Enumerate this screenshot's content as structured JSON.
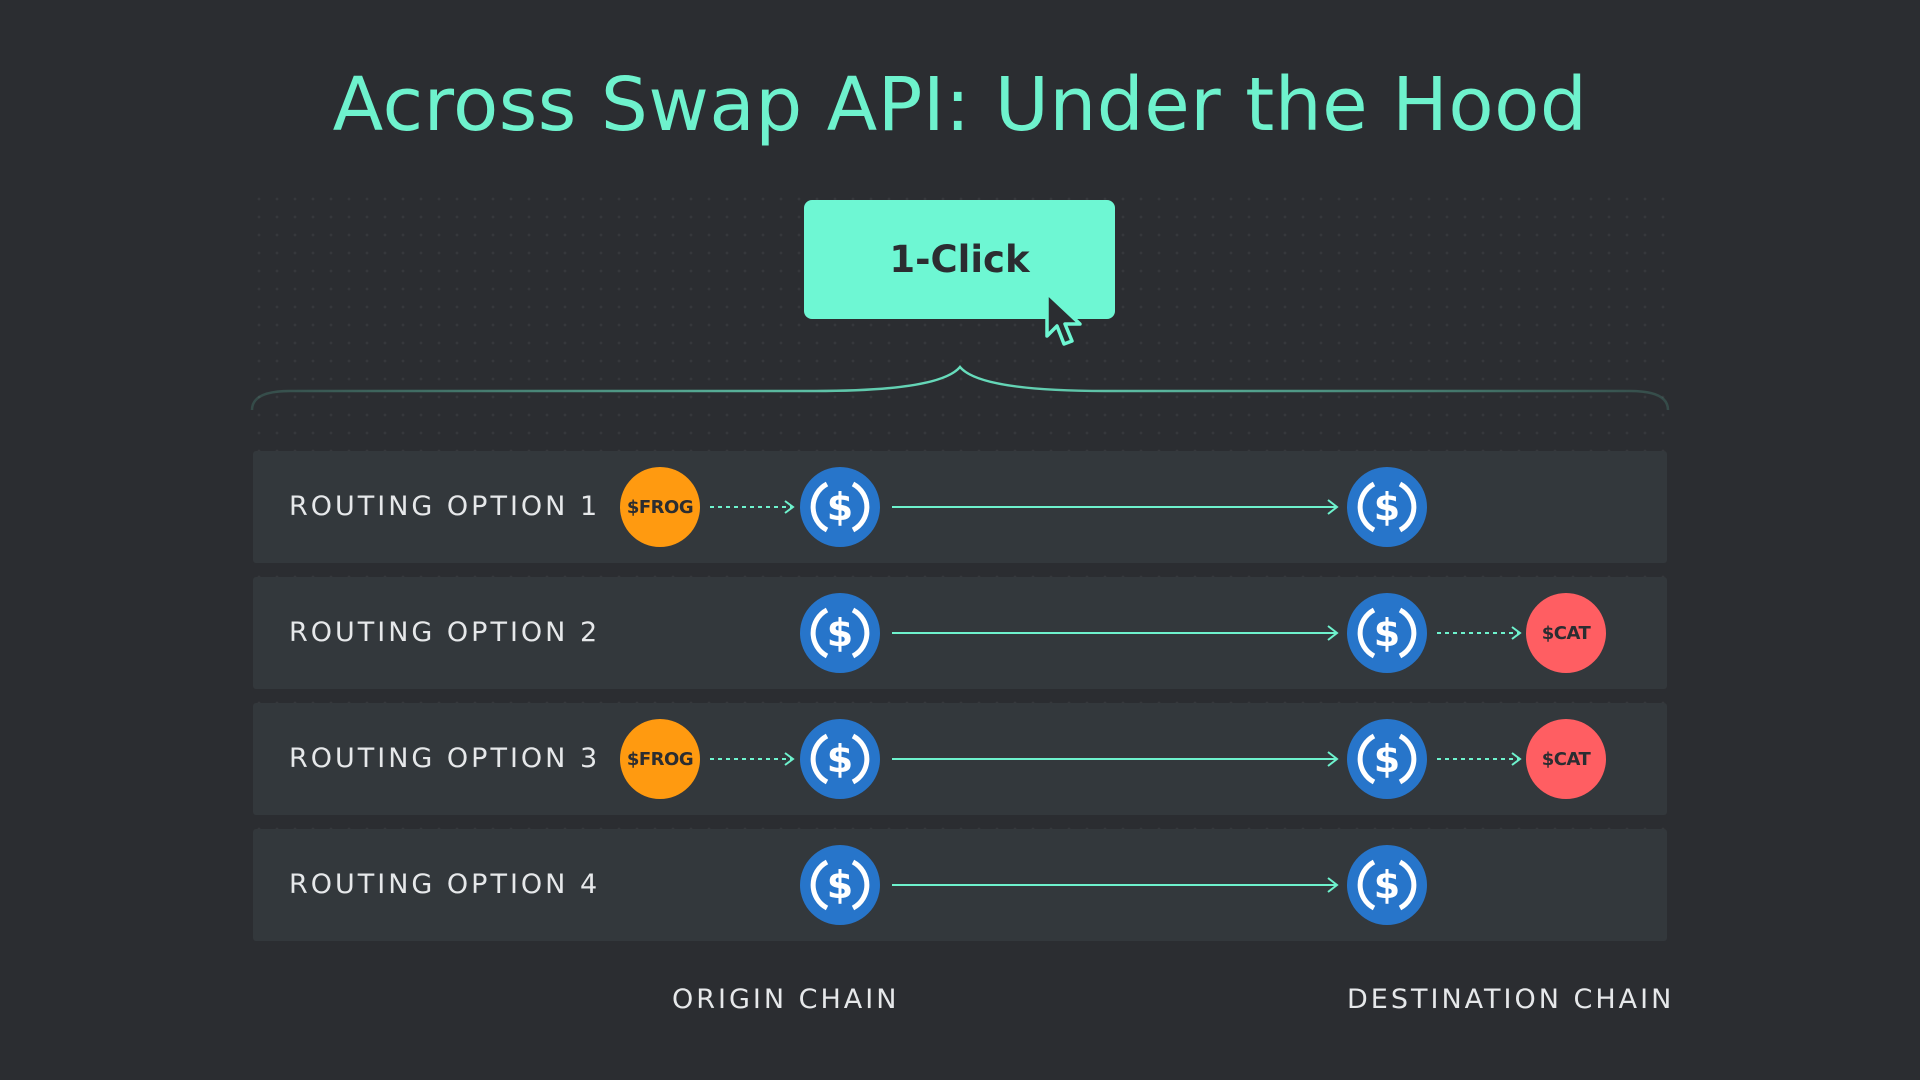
{
  "title": "Across Swap API: Under the Hood",
  "button": {
    "label": "1-Click"
  },
  "colors": {
    "accent": "#6ef2cd",
    "frog": "#ff9a10",
    "cat": "#ff5e62",
    "usdc": "#2775ca"
  },
  "tokens": {
    "frog": "$FROG",
    "cat": "$CAT",
    "stable": "usdc-icon"
  },
  "routes": [
    {
      "label": "ROUTING OPTION 1"
    },
    {
      "label": "ROUTING OPTION 2"
    },
    {
      "label": "ROUTING OPTION 3"
    },
    {
      "label": "ROUTING OPTION 4"
    }
  ],
  "footer": {
    "origin": "ORIGIN CHAIN",
    "destination": "DESTINATION CHAIN"
  }
}
